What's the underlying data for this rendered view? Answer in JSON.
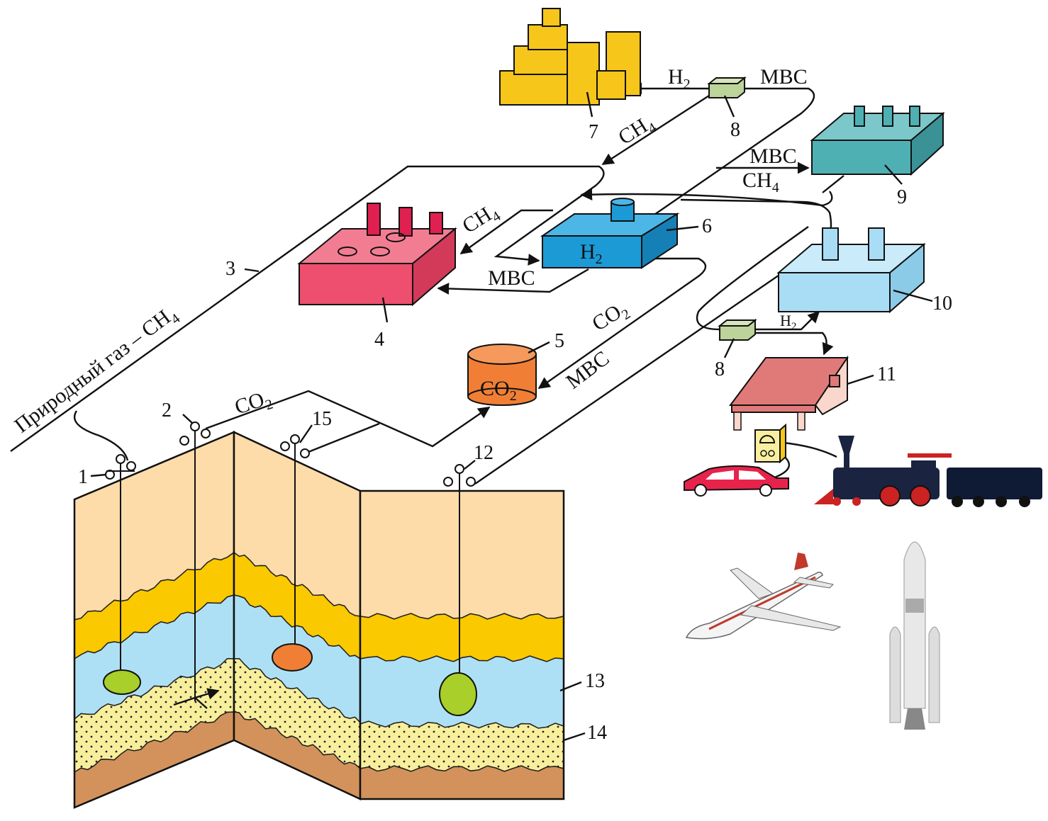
{
  "gas_line_label": "Природный газ – CH",
  "gas_line_sub": "4",
  "chemicals": {
    "h2": {
      "base": "H",
      "sub": "2"
    },
    "ch4": {
      "base": "CH",
      "sub": "4"
    },
    "co2": {
      "base": "CO",
      "sub": "2"
    },
    "mbc": "МВС"
  },
  "numbers": [
    "1",
    "2",
    "3",
    "4",
    "5",
    "6",
    "7",
    "8",
    "8",
    "9",
    "10",
    "11",
    "12",
    "13",
    "14",
    "15"
  ],
  "colors": {
    "plant4": "#ee4f6e",
    "plant6": "#1b9ad6",
    "tank5": "#f07f35",
    "plant9": "#4fb0b4",
    "plant10": "#a9ddf5",
    "city7": "#f6c61a",
    "box8": "#bcd39a",
    "garage11": "#e07a78",
    "layer_top": "#fddcaa",
    "layer_yellow": "#fbc900",
    "layer_water": "#aee0f5",
    "layer_sand": "#f8ef9c",
    "layer_base": "#d3925b"
  }
}
